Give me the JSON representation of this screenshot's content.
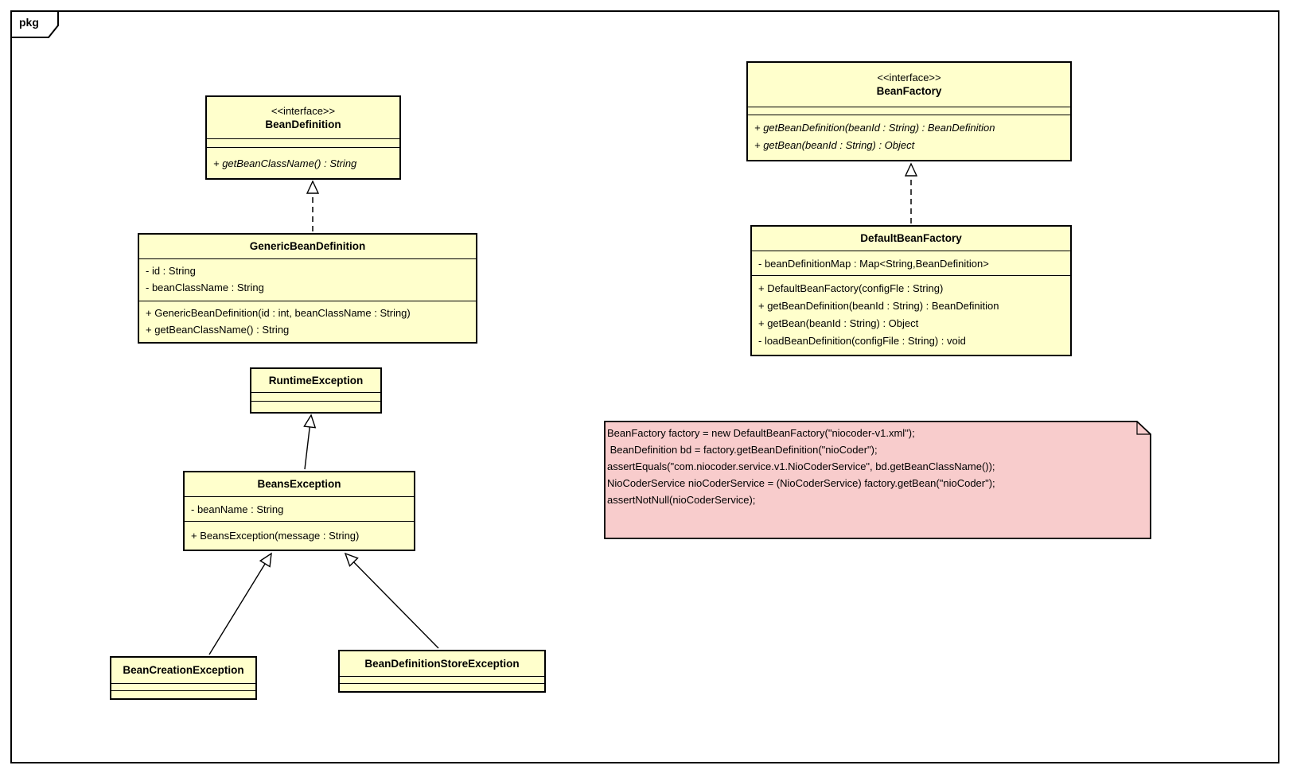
{
  "package_label": "pkg",
  "colors": {
    "class_fill": "#FFFFCC",
    "note_fill": "#F8CCCC",
    "border": "#000000",
    "background": "#FFFFFF"
  },
  "classes": {
    "bean_definition": {
      "stereotype": "<<interface>>",
      "name": "BeanDefinition",
      "method_1": "+ getBeanClassName() : String"
    },
    "generic_bean_definition": {
      "name": "GenericBeanDefinition",
      "attr_1": "- id : String",
      "attr_2": "- beanClassName : String",
      "method_1": "+ GenericBeanDefinition(id : int, beanClassName : String)",
      "method_2": "+ getBeanClassName() : String"
    },
    "runtime_exception": {
      "name": "RuntimeException"
    },
    "beans_exception": {
      "name": "BeansException",
      "attr_1": "- beanName : String",
      "method_1": "+ BeansException(message : String)"
    },
    "bean_creation_exception": {
      "name": "BeanCreationException"
    },
    "bean_definition_store_exception": {
      "name": "BeanDefinitionStoreException"
    },
    "bean_factory": {
      "stereotype": "<<interface>>",
      "name": "BeanFactory",
      "method_1": "+ getBeanDefinition(beanId : String) : BeanDefinition",
      "method_2": "+ getBean(beanId : String) : Object"
    },
    "default_bean_factory": {
      "name": "DefaultBeanFactory",
      "attr_1": "- beanDefinitionMap : Map<String,BeanDefinition>",
      "method_1": "+ DefaultBeanFactory(configFle : String)",
      "method_2": "+ getBeanDefinition(beanId : String) : BeanDefinition",
      "method_3": "+ getBean(beanId : String) : Object",
      "method_4": "- loadBeanDefinition(configFile : String) : void"
    }
  },
  "note": {
    "line_1": "BeanFactory factory = new DefaultBeanFactory(\"niocoder-v1.xml\");",
    "line_2": " BeanDefinition bd = factory.getBeanDefinition(\"nioCoder\");",
    "line_3": "assertEquals(\"com.niocoder.service.v1.NioCoderService\", bd.getBeanClassName());",
    "line_4": "NioCoderService nioCoderService = (NioCoderService) factory.getBean(\"nioCoder\");",
    "line_5": "assertNotNull(nioCoderService);"
  }
}
